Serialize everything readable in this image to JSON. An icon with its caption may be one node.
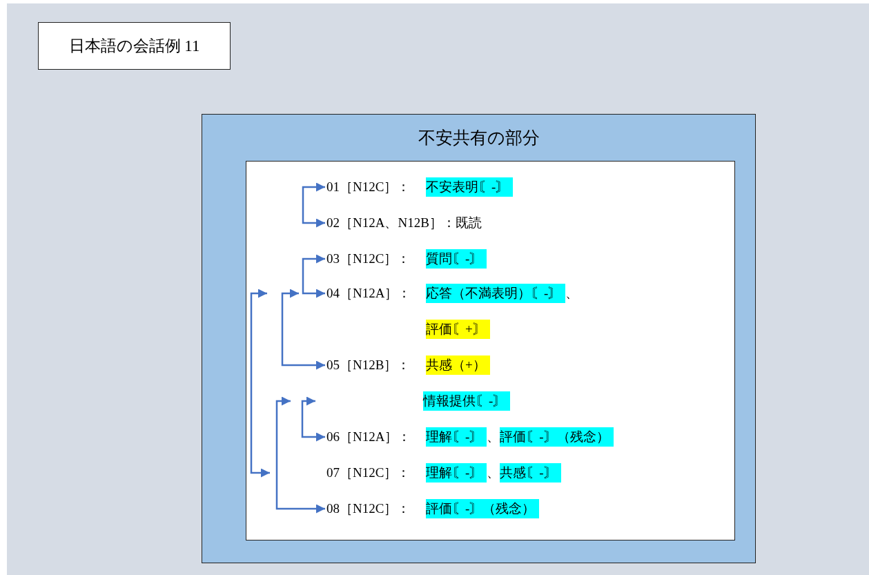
{
  "diagram": {
    "nodes": [
      {
        "text": [
          "日本語の会話例 11"
        ]
      },
      {
        "text": [
          "不安共有の部分"
        ]
      },
      {
        "text": [],
        "shape": "box",
        "in": 1
      },
      {
        "text": [
          "01［N12C］：",
          "不安表明〘-〙"
        ],
        "in": 2
      },
      {
        "text": [
          "02［N12A、N12B］：既読"
        ],
        "in": 2
      },
      {
        "text": [
          "03［N12C］：",
          "質問〘-〙"
        ],
        "in": 2
      },
      {
        "text": [
          "04［N12A］：",
          "応答（不満表明）〘-〙",
          "、"
        ],
        "in": 2
      },
      {
        "text": [
          "評価〘+〙"
        ],
        "in": 2
      },
      {
        "text": [
          "05［N12B］：",
          "共感（+）"
        ],
        "in": 2
      },
      {
        "text": [
          "情報提供〘-〙"
        ],
        "in": 2
      },
      {
        "text": [
          "06［N12A］：",
          "理解〘-〙",
          "、",
          "評価〘-〙（残念）"
        ],
        "in": 2
      },
      {
        "text": [
          "07［N12C］：",
          "理解〘-〙",
          "、",
          "共感〘-〙"
        ],
        "in": 2
      },
      {
        "text": [
          "08［N12C］：",
          "評価〘-〙（残念）"
        ],
        "in": 2
      }
    ],
    "edges": [
      {
        "from": 3,
        "to": 4,
        "arrow": "both"
      },
      {
        "from": 5,
        "to": 6,
        "arrow": "both"
      },
      {
        "from": 6,
        "to": 8,
        "arrow": "both"
      },
      {
        "from": 6,
        "to": 11,
        "arrow": "both"
      },
      {
        "from": null,
        "to": 12,
        "arrow": "both"
      },
      {
        "from": null,
        "to": 10,
        "arrow": "both"
      }
    ]
  }
}
